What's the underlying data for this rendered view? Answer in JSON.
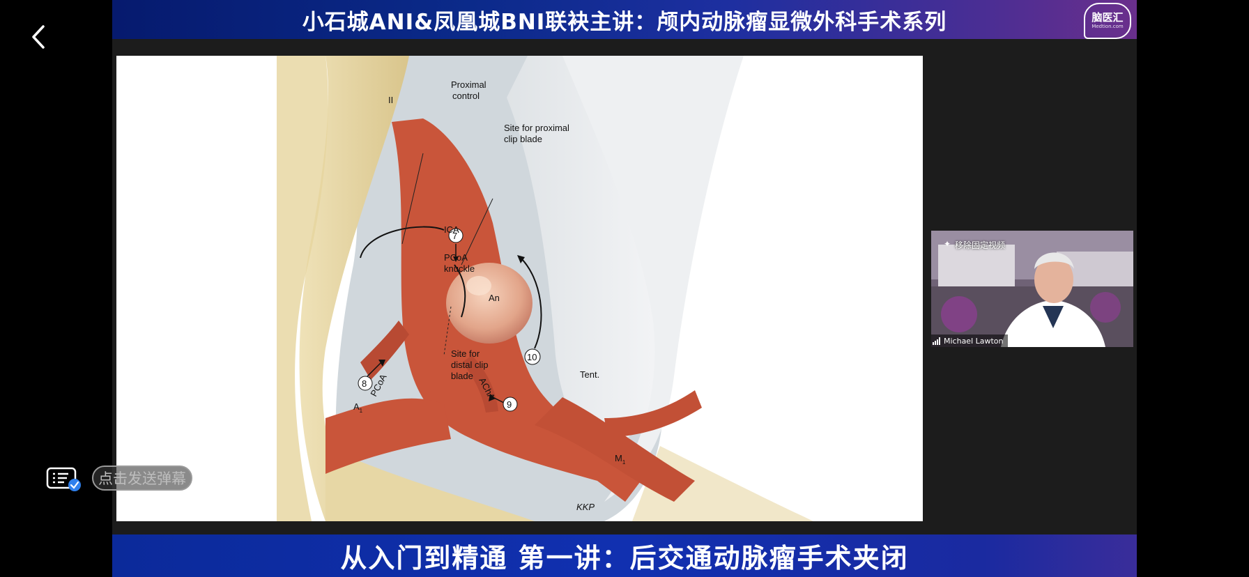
{
  "header": {
    "title": "小石城ANI&凤凰城BNI联袂主讲：颅内动脉瘤显微外科手术系列",
    "logo_cn": "脑医汇",
    "logo_en": "Medtion.com"
  },
  "footer": {
    "subtitle": "从入门到精通 第一讲：后交通动脉瘤手术夹闭"
  },
  "slide": {
    "labels": {
      "II": "II",
      "proximal_control_1": "Proximal",
      "proximal_control_2": "control",
      "site_prox_1": "Site for proximal",
      "site_prox_2": "clip blade",
      "ica": "ICA",
      "pcoa_knuckle_1": "PCoA",
      "pcoa_knuckle_2": "knuckle",
      "an": "An",
      "site_distal_1": "Site for",
      "site_distal_2": "distal clip",
      "site_distal_3": "blade",
      "pcoa": "PCoA",
      "acha": "AChA",
      "a1": "A",
      "a1_sub": "1",
      "m1": "M",
      "m1_sub": "1",
      "tent": "Tent.",
      "step7": "7",
      "step8": "8",
      "step9": "9",
      "step10": "10",
      "signature": "KKP"
    }
  },
  "video": {
    "pin_label": "移除固定视频",
    "speaker_name": "Michael Lawton"
  },
  "danmaku": {
    "send_label": "点击发送弹幕"
  },
  "colors": {
    "artery": "#c9553a",
    "aneurysm": "#e8b29a",
    "banner_blue": "#0b2a8a"
  }
}
